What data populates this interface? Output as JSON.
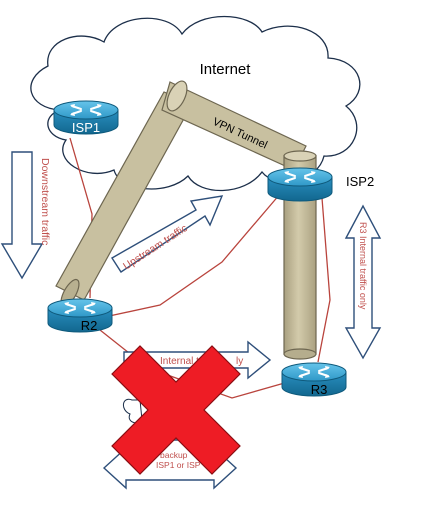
{
  "cloud_label": "Internet",
  "routers": {
    "isp1": "ISP1",
    "isp2": "ISP2",
    "r2": "R2",
    "r3": "R3"
  },
  "tunnel_label": "VPN Tunnel",
  "arrows": {
    "downstream": "Downstream traffic",
    "upstream": "Upstream traffic",
    "r3_internal": "R3 Internal traffic only",
    "internal_partial": "Internal tra",
    "internal_partial_tail": "ly",
    "backup_line1": "backup",
    "backup_line2": "ISP1 or ISP"
  },
  "colors": {
    "router_body": "#1f86b8",
    "router_top": "#4fb2dc",
    "tunnel_fill": "#c8c0a0",
    "tunnel_stroke": "#6d6650",
    "arrow_stroke": "#2e4f7a",
    "link_red": "#b9443d",
    "cross_red": "#ee1c25",
    "label_red": "#c0504d"
  }
}
